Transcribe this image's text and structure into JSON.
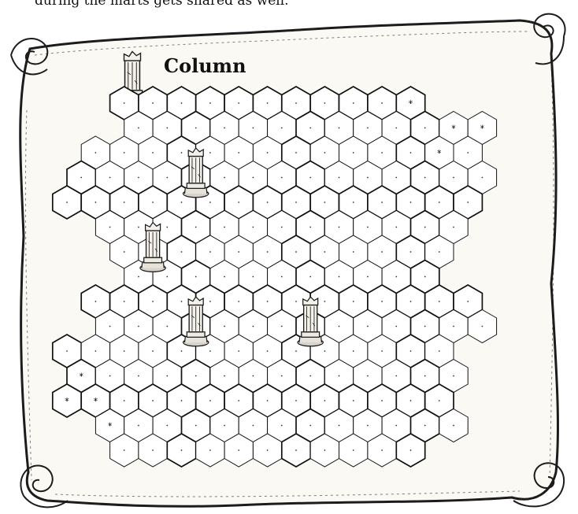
{
  "caption": "during the marts gets shared as well.",
  "legend": {
    "icon": "column-icon",
    "label": "Column"
  },
  "board": {
    "cell_type": "hexagon",
    "placed_pieces": [
      {
        "type": "column",
        "icon": "column-icon"
      },
      {
        "type": "column",
        "icon": "column-icon"
      },
      {
        "type": "column",
        "icon": "column-icon"
      },
      {
        "type": "column",
        "icon": "column-icon"
      }
    ],
    "marked_hexes": [
      {
        "corner": "top-right",
        "mark": "star"
      },
      {
        "corner": "top-right",
        "mark": "star"
      },
      {
        "corner": "top-right",
        "mark": "star"
      },
      {
        "corner": "top-right",
        "mark": "star"
      },
      {
        "corner": "bottom-left",
        "mark": "star"
      },
      {
        "corner": "bottom-left",
        "mark": "star"
      },
      {
        "corner": "bottom-left",
        "mark": "star"
      },
      {
        "corner": "bottom-left",
        "mark": "star"
      }
    ]
  },
  "colors": {
    "parchment": "#fbf9f3",
    "ink": "#1c1c1c",
    "grid_line": "#111111"
  }
}
